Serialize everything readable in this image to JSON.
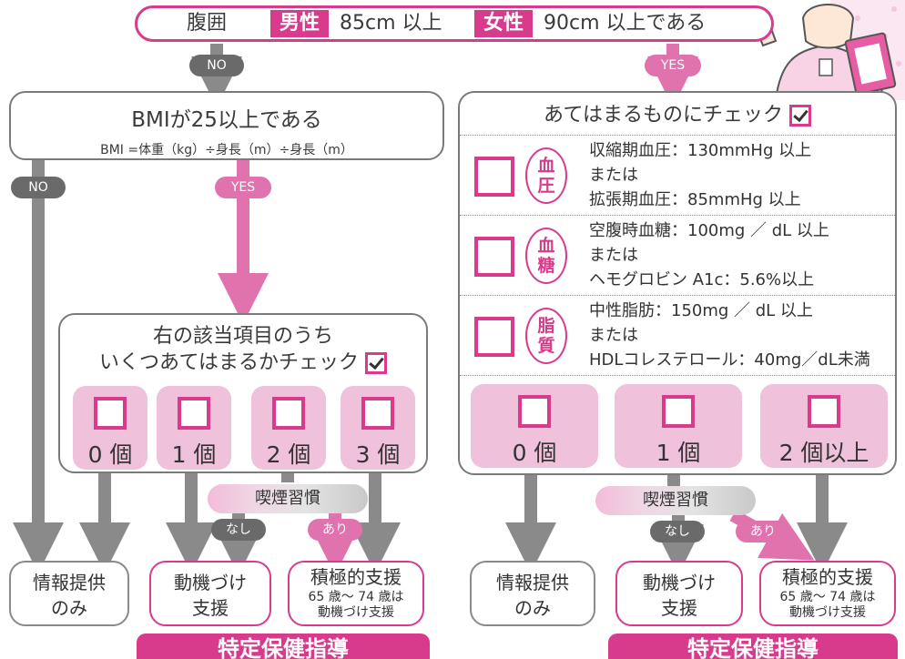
{
  "header": {
    "waist_label": "腹囲",
    "male_tag": "男性",
    "male_value": "85cm 以上",
    "female_tag": "女性",
    "female_value": "90cm 以上である"
  },
  "branches": {
    "no": "NO",
    "yes": "YES",
    "no2": "NO",
    "yes2": "YES"
  },
  "left": {
    "bmi_title": "BMIが25以上である",
    "bmi_formula": "BMI =体重（kg）÷身長（m）÷身長（m）",
    "count_title_1": "右の該当項目のうち",
    "count_title_2": "いくつあてはまるかチェック",
    "counts": [
      "0 個",
      "1 個",
      "2 個",
      "3 個"
    ],
    "smoking": "喫煙習慣",
    "none": "なし",
    "yes": "あり",
    "result_info_1": "情報提供",
    "result_info_2": "のみ",
    "result_motive_1": "動機づけ",
    "result_motive_2": "支援",
    "result_active_1": "積極的支援",
    "result_active_note_1": "65 歳〜 74 歳は",
    "result_active_note_2": "動機づけ支援",
    "banner": "特定保健指導"
  },
  "right": {
    "check_title": "あてはまるものにチェック",
    "items": [
      {
        "badge": [
          "血",
          "圧"
        ],
        "lines": [
          "収縮期血圧：130mmHg 以上",
          "または",
          "拡張期血圧：85mmHg 以上"
        ]
      },
      {
        "badge": [
          "血",
          "糖"
        ],
        "lines": [
          "空腹時血糖：100mg ／ dL 以上",
          "または",
          "ヘモグロビン A1c：5.6%以上"
        ]
      },
      {
        "badge": [
          "脂",
          "質"
        ],
        "lines": [
          "中性脂肪：150mg ／ dL 以上",
          "または",
          "HDLコレステロール：40mg／dL未満"
        ]
      }
    ],
    "counts": [
      "0 個",
      "1 個",
      "2 個以上"
    ],
    "smoking": "喫煙習慣",
    "none": "なし",
    "yes": "あり",
    "result_info_1": "情報提供",
    "result_info_2": "のみ",
    "result_motive_1": "動機づけ",
    "result_motive_2": "支援",
    "result_active_1": "積極的支援",
    "result_active_note_1": "65 歳〜 74 歳は",
    "result_active_note_2": "動機づけ支援",
    "banner": "特定保健指導"
  },
  "colors": {
    "accent": "#d83b8c",
    "pink_light": "#efc1db",
    "grey": "#7a7a7a"
  }
}
